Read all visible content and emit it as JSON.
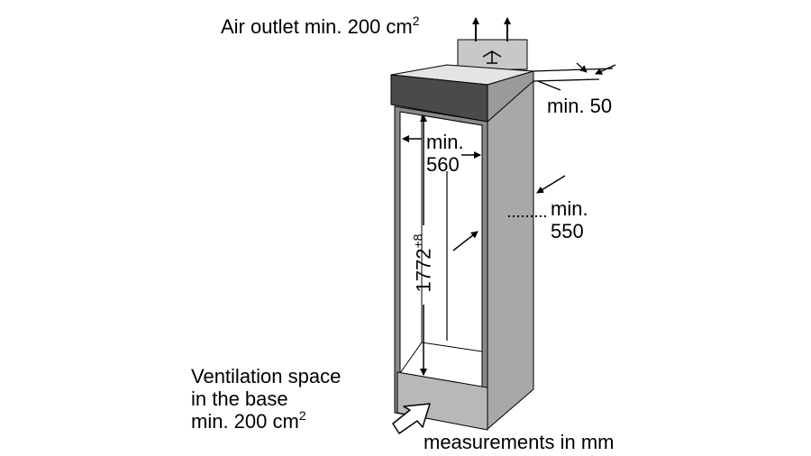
{
  "labels": {
    "air_outlet": "Air outlet min. 200 cm",
    "air_outlet_sup": "2",
    "min_50": "min. 50",
    "min_560_line1": "min.",
    "min_560_line2": "560",
    "min_550_line1": "min.",
    "min_550_line2": "550",
    "height": "1772",
    "height_sup": "+8",
    "ventilation_line1": "Ventilation space",
    "ventilation_line2": "in the base",
    "ventilation_line3": "min. 200 cm",
    "ventilation_sup": "2",
    "measurements": "measurements in mm"
  }
}
